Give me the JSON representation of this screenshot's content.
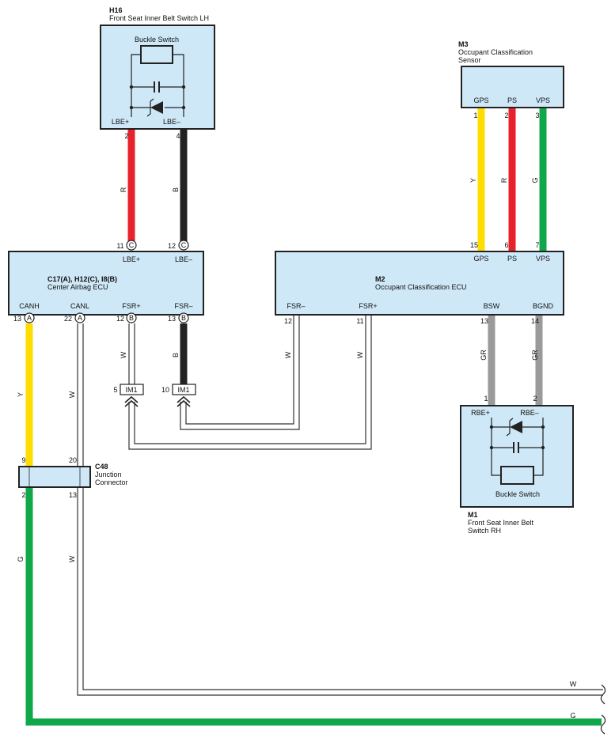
{
  "colors": {
    "box_fill": "#cfe8f8",
    "red": "#e8222a",
    "black": "#222222",
    "yellow": "#ffdd00",
    "green": "#0ea84a",
    "gray": "#9a9a9a",
    "white_wire_outline": "#333333"
  },
  "components": {
    "h16": {
      "code": "H16",
      "name": "Front Seat Inner Belt Switch LH",
      "buckle": "Buckle Switch",
      "pin_pos": "LBE+",
      "pin_neg": "LBE–",
      "num_pos": "2",
      "num_neg": "4"
    },
    "m3": {
      "code": "M3",
      "name_line1": "Occupant Classification",
      "name_line2": "Sensor",
      "pins": [
        "GPS",
        "PS",
        "VPS"
      ],
      "nums": [
        "1",
        "2",
        "3"
      ]
    },
    "airbag_ecu": {
      "code": "C17(A), H12(C), I8(B)",
      "name": "Center Airbag ECU",
      "top_pins": [
        "LBE+",
        "LBE–"
      ],
      "top_nums": [
        "11",
        "12"
      ],
      "top_conn": [
        "C",
        "C"
      ],
      "bottom_pins": [
        "CANH",
        "CANL",
        "FSR+",
        "FSR–"
      ],
      "bottom_nums": [
        "13",
        "22",
        "12",
        "13"
      ],
      "bottom_conn": [
        "A",
        "A",
        "B",
        "B"
      ]
    },
    "m2": {
      "code": "M2",
      "name": "Occupant Classification ECU",
      "top_pins": [
        "GPS",
        "PS",
        "VPS"
      ],
      "top_nums": [
        "15",
        "6",
        "7"
      ],
      "bottom_pins": [
        "FSR–",
        "FSR+",
        "BSW",
        "BGND"
      ],
      "bottom_nums": [
        "12",
        "11",
        "13",
        "14"
      ]
    },
    "im1": {
      "label": "IM1",
      "num_left": "5",
      "num_right": "10"
    },
    "c48": {
      "code": "C48",
      "name_line1": "Junction",
      "name_line2": "Connector",
      "nums_top": [
        "9",
        "20"
      ],
      "nums_bottom": [
        "2",
        "13"
      ]
    },
    "m1": {
      "code": "M1",
      "name_line1": "Front Seat Inner Belt",
      "name_line2": "Switch RH",
      "buckle": "Buckle Switch",
      "pin_pos": "RBE+",
      "pin_neg": "RBE–",
      "num_pos": "1",
      "num_neg": "2"
    }
  },
  "wire_labels": {
    "h16_pos": "R",
    "h16_neg": "B",
    "m3_gps": "Y",
    "m3_ps": "R",
    "m3_vps": "G",
    "fsr_pos": "W",
    "fsr_neg": "B",
    "m2_fsr_neg": "W",
    "m2_fsr_pos": "W",
    "bsw": "GR",
    "bgnd": "GR",
    "canh": "Y",
    "canl": "W",
    "canl_lower": "W",
    "canh_lower": "G",
    "exit_w": "W",
    "exit_g": "G"
  }
}
